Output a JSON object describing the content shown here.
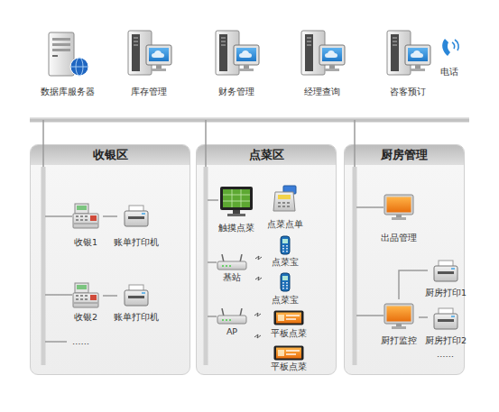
{
  "diagram": {
    "nodes": [
      {
        "text": [
          "数据库服务器"
        ]
      },
      {
        "text": [
          "库存管理"
        ]
      },
      {
        "text": [
          "财务管理"
        ]
      },
      {
        "text": [
          "经理查询"
        ]
      },
      {
        "text": [
          "咨客预订"
        ]
      },
      {
        "text": [
          "电话"
        ]
      },
      {
        "text": [
          "收银区"
        ]
      },
      {
        "text": [
          "收银1"
        ],
        "in": 6
      },
      {
        "text": [
          "账单打印机"
        ],
        "in": 6
      },
      {
        "text": [
          "收银2"
        ],
        "in": 6
      },
      {
        "text": [
          "账单打印机"
        ],
        "in": 6
      },
      {
        "text": [
          "点菜区"
        ]
      },
      {
        "text": [
          "触摸点菜"
        ],
        "in": 11
      },
      {
        "text": [
          "点菜点单"
        ],
        "in": 11
      },
      {
        "text": [
          "点菜宝"
        ],
        "in": 11
      },
      {
        "text": [
          "基站"
        ],
        "in": 11
      },
      {
        "text": [
          "点菜宝"
        ],
        "in": 11
      },
      {
        "text": [
          "AP"
        ],
        "in": 11
      },
      {
        "text": [
          "平板点菜"
        ],
        "in": 11
      },
      {
        "text": [
          "平板点菜"
        ],
        "in": 11
      },
      {
        "text": [
          "厨房管理"
        ]
      },
      {
        "text": [
          "出品管理"
        ],
        "in": 20
      },
      {
        "text": [
          "厨房打印1"
        ],
        "in": 20
      },
      {
        "text": [
          "厨打监控"
        ],
        "in": 20
      },
      {
        "text": [
          "厨房打印2"
        ],
        "in": 20
      }
    ],
    "edges": [
      {
        "from": 7,
        "to": 8,
        "arrow": "none"
      },
      {
        "from": 9,
        "to": 10,
        "arrow": "none"
      },
      {
        "from": 23,
        "to": 22,
        "arrow": "none"
      },
      {
        "from": 23,
        "to": 24,
        "arrow": "none"
      }
    ],
    "labels": [
      "……",
      "……"
    ]
  }
}
